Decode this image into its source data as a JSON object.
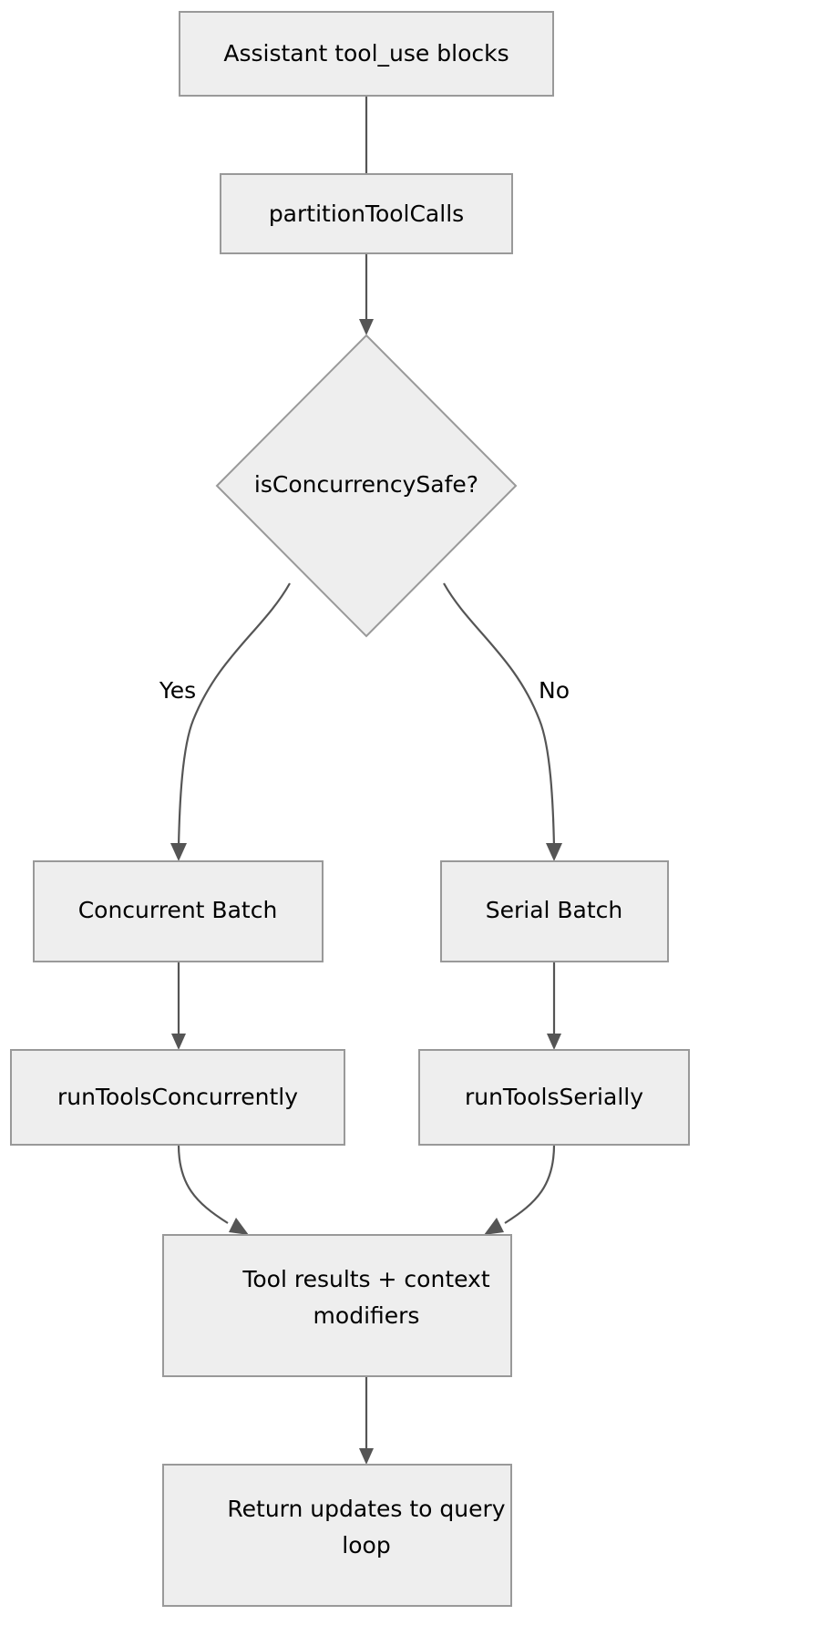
{
  "diagram": {
    "type": "flowchart",
    "direction": "top-to-bottom",
    "background_color": "#ffffff",
    "node_fill_color": "#eeeeee",
    "node_border_color": "#999999",
    "edge_color": "#555555",
    "text_color": "#000000",
    "nodes": [
      {
        "id": "n0",
        "shape": "rectangle",
        "label": "Assistant tool_use blocks"
      },
      {
        "id": "n1",
        "shape": "rectangle",
        "label": "partitionToolCalls"
      },
      {
        "id": "n2",
        "shape": "diamond",
        "label": "isConcurrencySafe?"
      },
      {
        "id": "n3",
        "shape": "rectangle",
        "label": "Concurrent Batch"
      },
      {
        "id": "n4",
        "shape": "rectangle",
        "label": "Serial Batch"
      },
      {
        "id": "n5",
        "shape": "rectangle",
        "label": "runToolsConcurrently"
      },
      {
        "id": "n6",
        "shape": "rectangle",
        "label": "runToolsSerially"
      },
      {
        "id": "n7",
        "shape": "rectangle",
        "label_line1": "Tool results + context",
        "label_line2": "modifiers"
      },
      {
        "id": "n8",
        "shape": "rectangle",
        "label_line1": "Return updates to query",
        "label_line2": "loop"
      }
    ],
    "edges": [
      {
        "from": "n0",
        "to": "n1",
        "label": ""
      },
      {
        "from": "n1",
        "to": "n2",
        "label": ""
      },
      {
        "from": "n2",
        "to": "n3",
        "label": "Yes"
      },
      {
        "from": "n2",
        "to": "n4",
        "label": "No"
      },
      {
        "from": "n3",
        "to": "n5",
        "label": ""
      },
      {
        "from": "n4",
        "to": "n6",
        "label": ""
      },
      {
        "from": "n5",
        "to": "n7",
        "label": ""
      },
      {
        "from": "n6",
        "to": "n7",
        "label": ""
      },
      {
        "from": "n7",
        "to": "n8",
        "label": ""
      }
    ],
    "edge_labels": {
      "yes": "Yes",
      "no": "No"
    }
  }
}
